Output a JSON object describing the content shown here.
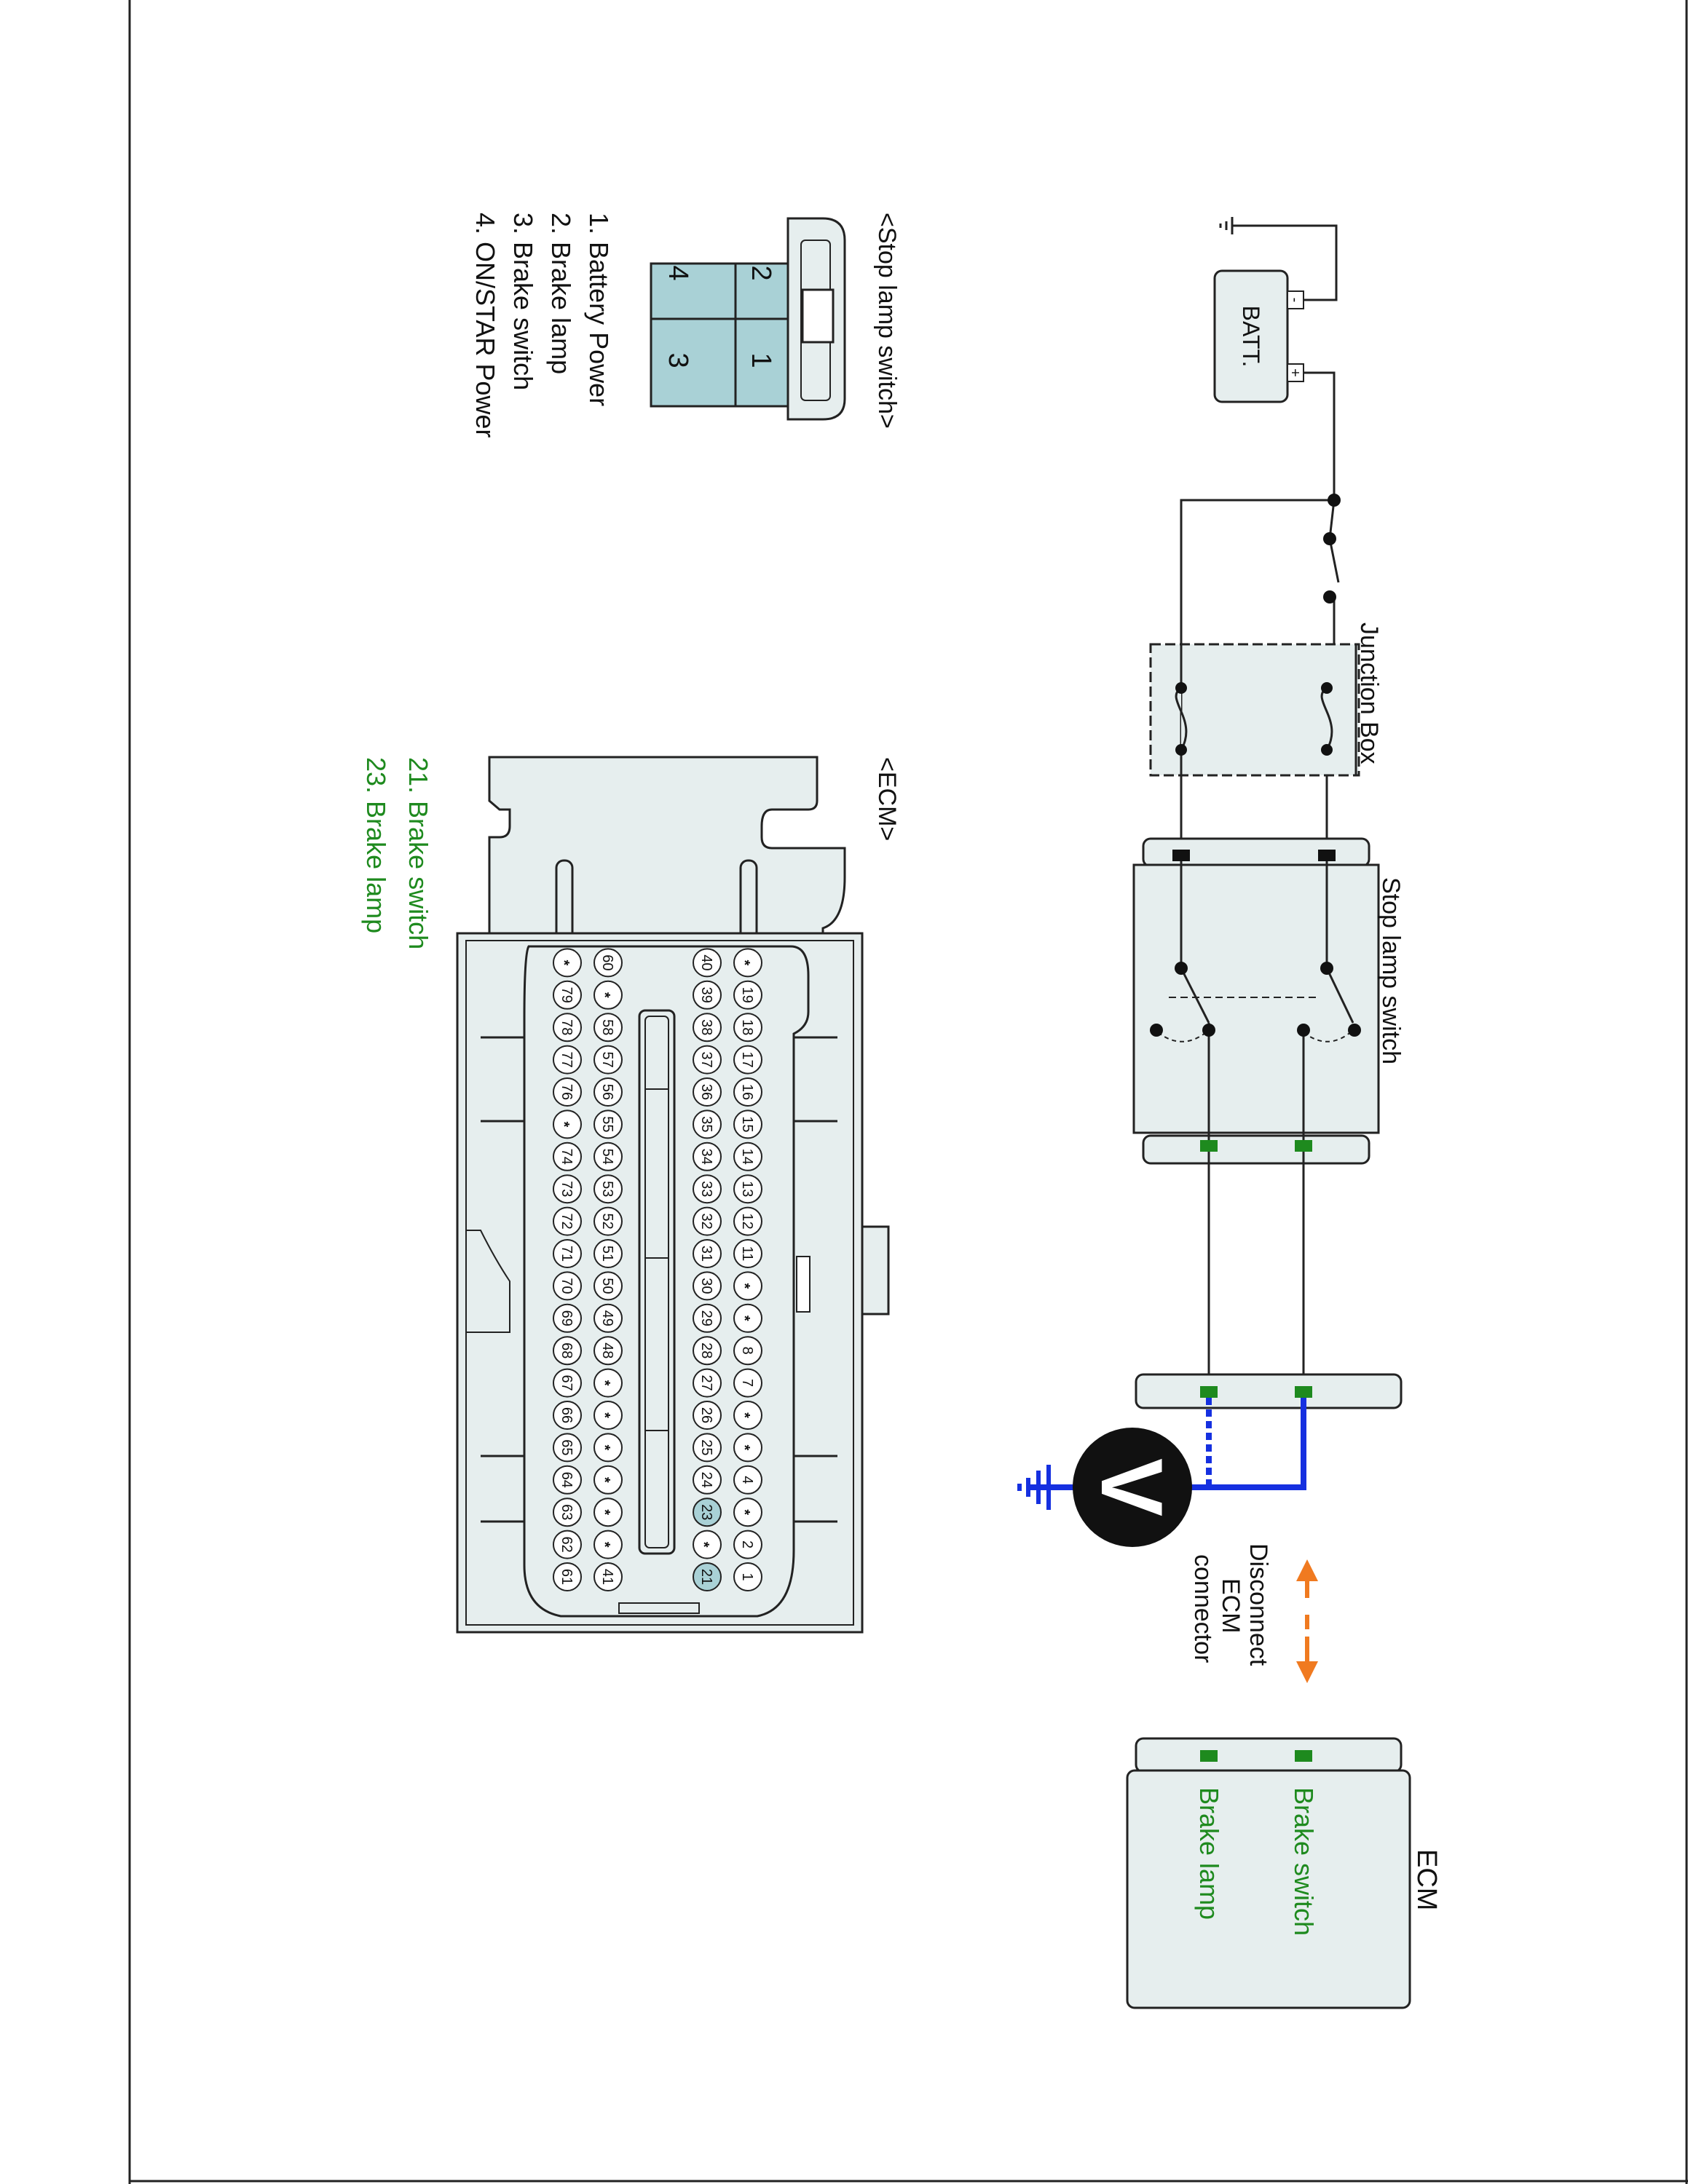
{
  "circuit": {
    "battery_label": "BATT.",
    "battery_minus": "-",
    "battery_plus": "+",
    "junction_box_label": "Junction Box",
    "stop_lamp_switch_label": "Stop lamp switch",
    "voltmeter_symbol": "V",
    "disconnect_note": [
      "Disconnect",
      "ECM",
      "connector"
    ],
    "ecm_label": "ECM",
    "ecm_pins": [
      "Brake switch",
      "Brake lamp"
    ]
  },
  "stop_lamp_connector": {
    "title": "<Stop lamp switch>",
    "cells": [
      "2",
      "1",
      "4",
      "3"
    ],
    "legend": [
      {
        "text": "1. Battery Power",
        "color": "#111111"
      },
      {
        "text": "2. Brake lamp",
        "color": "#1e8a1e"
      },
      {
        "text": "3. Brake switch",
        "color": "#1e8a1e"
      },
      {
        "text": "4. ON/STAR Power",
        "color": "#111111"
      }
    ]
  },
  "ecm_connector": {
    "title": "<ECM>",
    "legend": [
      "21. Brake switch",
      "23. Brake lamp"
    ],
    "rows": [
      [
        "1",
        "2",
        "*",
        "4",
        "*",
        "*",
        "7",
        "8",
        "*",
        "*",
        "11",
        "12",
        "13",
        "14",
        "15",
        "16",
        "17",
        "18",
        "19",
        "*"
      ],
      [
        "21",
        "*",
        "23",
        "24",
        "25",
        "26",
        "27",
        "28",
        "29",
        "30",
        "31",
        "32",
        "33",
        "34",
        "35",
        "36",
        "37",
        "38",
        "39",
        "40"
      ],
      [
        "41",
        "*",
        "*",
        "*",
        "*",
        "*",
        "*",
        "48",
        "49",
        "50",
        "51",
        "52",
        "53",
        "54",
        "55",
        "56",
        "57",
        "58",
        "*",
        "60"
      ],
      [
        "61",
        "62",
        "63",
        "64",
        "65",
        "66",
        "67",
        "68",
        "69",
        "70",
        "71",
        "72",
        "73",
        "74",
        "*",
        "76",
        "77",
        "78",
        "79",
        "*"
      ]
    ],
    "highlighted": [
      "21",
      "23"
    ]
  },
  "colors": {
    "panel": "#e6eeee",
    "connector_cell": "#a9d1d6",
    "highlight": "#a9d1d6",
    "green": "#1e8a1e",
    "probe_blue": "#1530e0",
    "arrow_orange": "#f07a20",
    "wire": "#222222"
  }
}
